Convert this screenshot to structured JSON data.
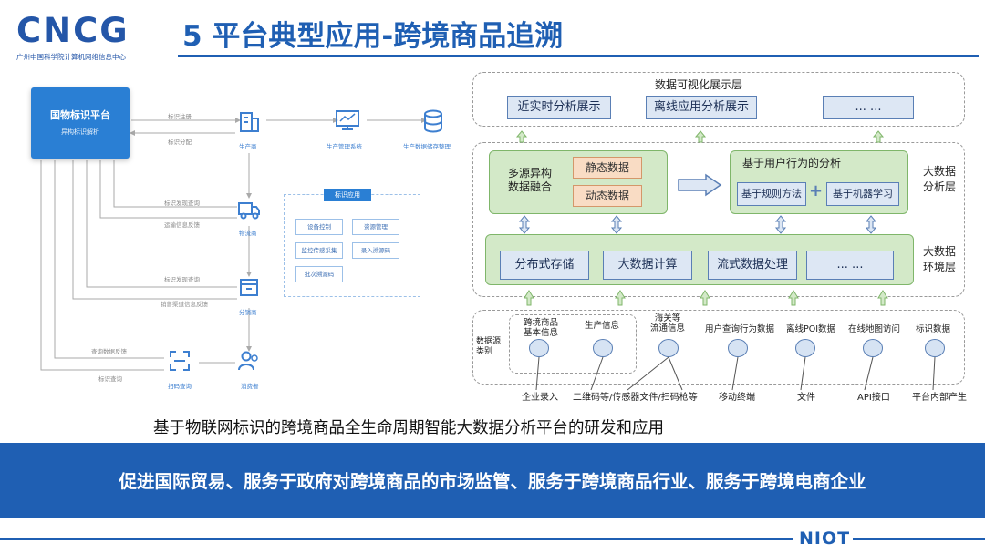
{
  "header": {
    "logo_text": "CNCG",
    "logo_subtitle": "广州中国科学院计算机网络信息中心",
    "title": "5 平台典型应用-跨境商品追溯"
  },
  "left_diagram": {
    "platform": {
      "title": "国物标识平台",
      "subtitle": "异构标识解析"
    },
    "nodes": {
      "producer": "生产商",
      "production_system": "生产管理系统",
      "storage": "生产数据储存整理",
      "logistics": "物流商",
      "distributor": "分销商",
      "consumer": "消费者",
      "scan_query": "扫码查询"
    },
    "edge_labels": {
      "register": "标识注册",
      "allocate": "标识分配",
      "query_feedback_1": "标识发现查询",
      "transport_feedback": "运输信息反馈",
      "query_feedback_2": "标识发现查询",
      "sales_feedback": "销售渠道信息反馈",
      "data_feedback": "查询数据反馈",
      "id_query": "标识查询"
    },
    "app_panel": {
      "title": "标识应用",
      "buttons": [
        "设备控制",
        "资源管理",
        "监控传感采集",
        "录入溯源码",
        "批次溯源码"
      ]
    }
  },
  "right_diagram": {
    "viz_layer": {
      "title": "数据可视化展示层",
      "boxes": [
        "近实时分析展示",
        "离线应用分析展示",
        "... ..."
      ]
    },
    "analysis_layer": {
      "label": "大数据\n分析层",
      "fusion": "多源异构\n数据融合",
      "static": "静态数据",
      "dynamic": "动态数据",
      "behavior": "基于用户行为的分析",
      "rule": "基于规则方法",
      "ml": "基于机器学习"
    },
    "env_layer": {
      "label": "大数据\n环境层",
      "boxes": [
        "分布式存储",
        "大数据计算",
        "流式数据处理",
        "... ..."
      ]
    },
    "source_layer": {
      "label": "数据源\n类别",
      "categories": [
        "跨境商品\n基本信息",
        "生产信息",
        "海关等\n流通信息",
        "用户查询行为数据",
        "离线POI数据",
        "在线地图访问",
        "标识数据"
      ],
      "inputs": [
        "企业录入",
        "二维码等/传感器文件/扫码枪等",
        "移动终端",
        "文件",
        "API接口",
        "平台内部产生"
      ]
    }
  },
  "subtitle": "基于物联网标识的跨境商品全生命周期智能大数据分析平台的研发和应用",
  "banner": "促进国际贸易、服务于政府对跨境商品的市场监管、服务于跨境商品行业、服务于跨境电商企业",
  "footer_logo": "NIOT",
  "colors": {
    "brand_blue": "#1f5fb3",
    "green_fill": "#d3e9c8",
    "orange_fill": "#f9dcc4",
    "box_blue": "#dde7f4"
  }
}
